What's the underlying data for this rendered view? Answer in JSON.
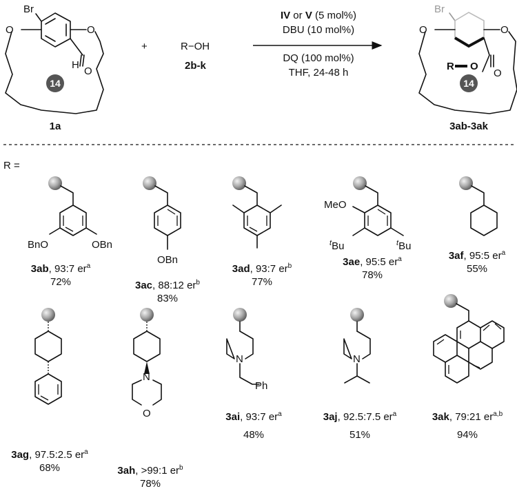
{
  "reaction": {
    "reactant_label": "1a",
    "ring_size": "14",
    "plus": "+",
    "alcohol": "R−OH",
    "alcohol_label": "2b-k",
    "cond1_cat_iv": "IV",
    "cond1_or": " or ",
    "cond1_cat_v": "V",
    "cond1_loading": " (5 mol%)",
    "cond2": "DBU (10 mol%)",
    "cond3": "DQ (100 mol%)",
    "cond4": "THF, 24-48 h",
    "product_label": "3ab-3ak",
    "br": "Br",
    "o": "O",
    "h": "H",
    "r_ester": "R",
    "o_ester": "O"
  },
  "r_equals": "R =",
  "substituent_labels": {
    "bno": "BnO",
    "obn": "OBn",
    "meo": "MeO",
    "t": "t",
    "bu": "Bu",
    "n": "N",
    "ph": "Ph",
    "o": "O"
  },
  "products": [
    {
      "code": "3ab",
      "er": ", 93:7 er",
      "sup": "a",
      "yield": "72%"
    },
    {
      "code": "3ac",
      "er": ", 88:12 er",
      "sup": "b",
      "yield": "83%"
    },
    {
      "code": "3ad",
      "er": ", 93:7 er",
      "sup": "b",
      "yield": "77%"
    },
    {
      "code": "3ae",
      "er": ", 95:5 er",
      "sup": "a",
      "yield": "78%"
    },
    {
      "code": "3af",
      "er": ", 95:5 er",
      "sup": "a",
      "yield": "55%"
    },
    {
      "code": "3ag",
      "er": ", 97.5:2.5 er",
      "sup": "a",
      "yield": "68%"
    },
    {
      "code": "3ah",
      "er": ", >99:1 er",
      "sup": "b",
      "yield": "78%"
    },
    {
      "code": "3ai",
      "er": ", 93:7 er",
      "sup": "a",
      "yield": "48%"
    },
    {
      "code": "3aj",
      "er": ", 92.5:7.5 er",
      "sup": "a",
      "yield": "51%"
    },
    {
      "code": "3ak",
      "er": ", 79:21 er",
      "sup": "a,b",
      "yield": "94%"
    }
  ]
}
